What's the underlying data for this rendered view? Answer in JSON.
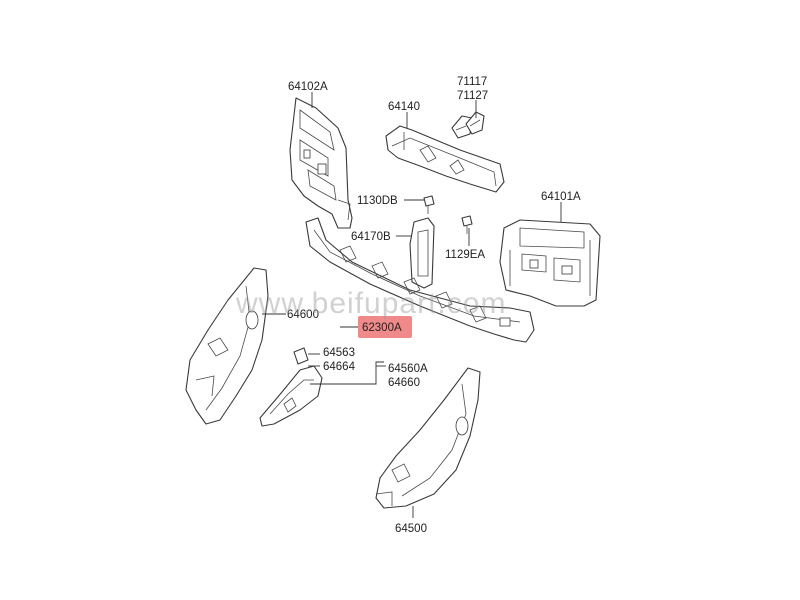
{
  "labels": {
    "p64102a": "64102A",
    "p64140": "64140",
    "p71117": "71117",
    "p71127": "71127",
    "p1130db": "1130DB",
    "p64101a": "64101A",
    "p64170b": "64170B",
    "p1129ea": "1129EA",
    "p64600": "64600",
    "p62300a": "62300A",
    "p64563": "64563",
    "p64664": "64664",
    "p64560a": "64560A",
    "p64660": "64660",
    "p64500": "64500"
  },
  "highlighted_part": "62300A",
  "highlight_color": "#f08a8a",
  "watermark": "www.beifupart.com"
}
